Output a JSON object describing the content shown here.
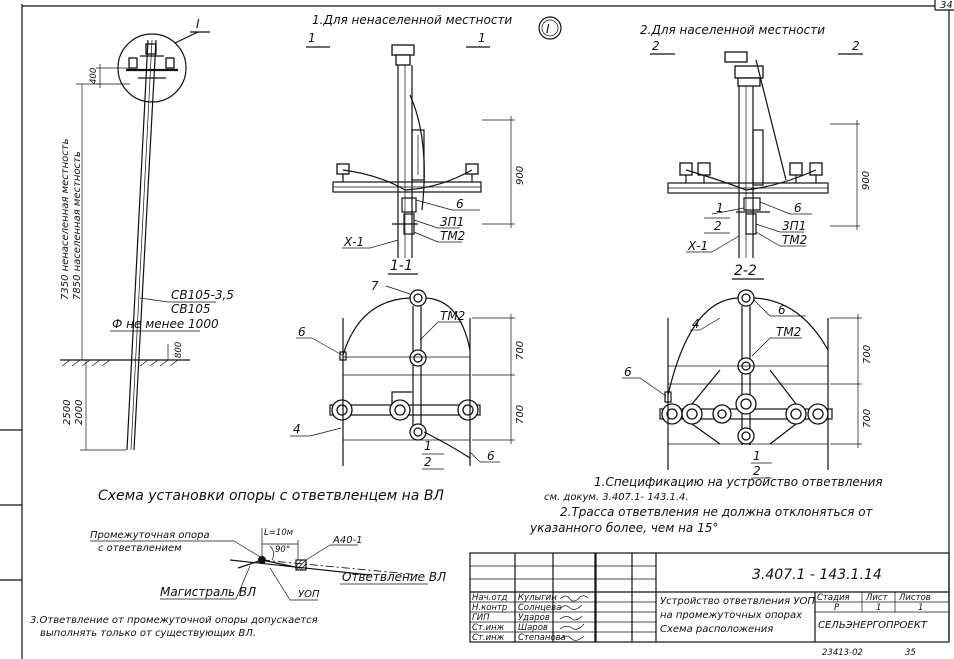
{
  "page_number": "34",
  "header": {
    "title1": "1.Для ненаселенной местности",
    "title1_mark": "I",
    "section11_left": "1",
    "section11_right": "1",
    "title2": "2.Для населенной местности",
    "section22_left": "2",
    "section22_right": "2"
  },
  "pole_view": {
    "callout": "I",
    "dim_top": "400",
    "height_label": "7350 ненаселенная местность",
    "height_label2": "7850 населенная местность",
    "pole_type1": "СВ105-3,5",
    "pole_type2": "СВ105",
    "ground_note": "Ф не менее 1000",
    "dim_depth_small": "800",
    "dim_depth1": "2500",
    "dim_depth2": "2000"
  },
  "view1": {
    "dim": "900",
    "label_6": "6",
    "label_3p1": "3П1",
    "label_tm2": "ТМ2",
    "label_x1": "Х-1",
    "section_name": "1-1"
  },
  "view2": {
    "dim": "900",
    "label_1": "1",
    "label_2": "2",
    "label_6": "6",
    "label_3p1": "3П1",
    "label_tm2": "ТМ2",
    "label_x1": "Х-1",
    "section_name": "2-2"
  },
  "plan1": {
    "label_7": "7",
    "label_tm2": "ТМ2",
    "label_6a": "6",
    "label_4": "4",
    "label_1": "1",
    "label_2": "2",
    "label_6b": "6",
    "dim1": "700",
    "dim2": "700"
  },
  "plan2": {
    "label_4": "4",
    "label_6a": "6",
    "label_tm2": "ТМ2",
    "label_6b": "6",
    "label_1": "1",
    "label_2": "2",
    "dim1": "700",
    "dim2": "700"
  },
  "scheme": {
    "title": "Схема установки опоры с ответвленцем на ВЛ",
    "support_label1": "Промежуточная опора",
    "support_label2": "с ответвлением",
    "length": "L=10м",
    "angle": "90°",
    "wire": "А40-1",
    "main_line": "Магистраль ВЛ",
    "branch_line": "Ответвление ВЛ",
    "uop": "УОП"
  },
  "notes": {
    "n1a": "1.Спецификацию на устройство ответвления",
    "n1b": "см. докум. 3.407.1- 143.1.4.",
    "n2a": "2.Трасса ответвления не должна отклоняться от",
    "n2b": "указанного более, чем на 15°",
    "n3a": "3.Ответвление от промежуточной опоры допускается",
    "n3b": "выполнять только от существующих ВЛ."
  },
  "title_block": {
    "doc_number": "3.407.1 - 143.1.14",
    "roles": [
      "Нач.отд",
      "Н.контр",
      "ГИП",
      "Ст.инж",
      "Ст.инж"
    ],
    "names": [
      "Кулыгин",
      "Солнцева",
      "Удаpов",
      "Шаpов",
      "Степанова"
    ],
    "title_line1": "Устройство ответвления УОП",
    "title_line2": "на промежуточных опорах",
    "title_line3": "Схема расположения",
    "col_stage": "Стадия",
    "col_sheet": "Лист",
    "col_sheets": "Листов",
    "stage": "Р",
    "sheet": "1",
    "sheets": "1",
    "organization": "СЕЛЬЭНЕРГОПРОЕКТ"
  },
  "footer": {
    "code": "23413-02",
    "page": "35"
  }
}
